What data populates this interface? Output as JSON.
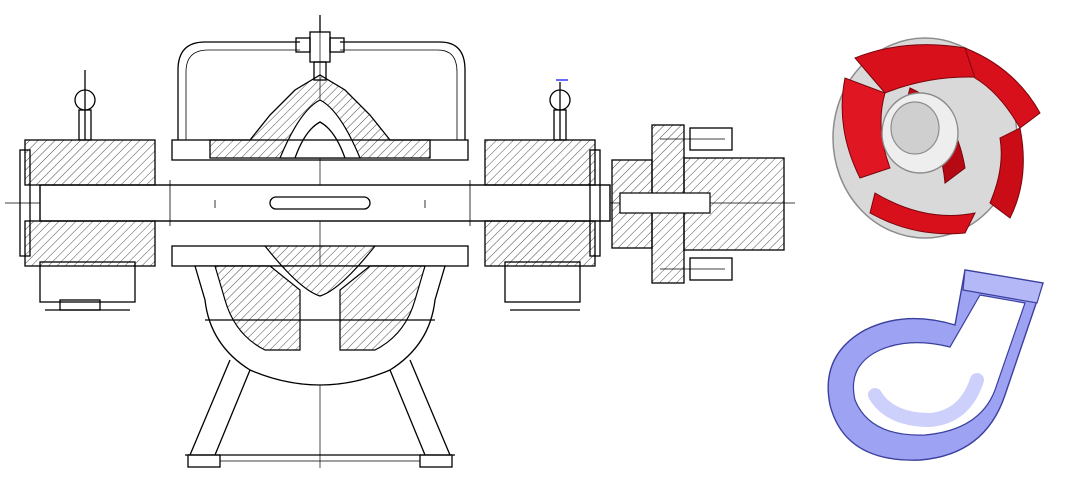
{
  "figure": {
    "sectional_drawing": "pump-cross-section",
    "rendered_parts": [
      "impeller-3d",
      "volute-3d"
    ]
  },
  "colors": {
    "line": "#000000",
    "background": "#ffffff",
    "impeller_blade": "#d8101c",
    "impeller_shroud": "#c8c8c8",
    "volute_fill": "#9da3f2",
    "volute_edge": "#3b3f9e",
    "gauge_tip": "#2a2aff"
  }
}
